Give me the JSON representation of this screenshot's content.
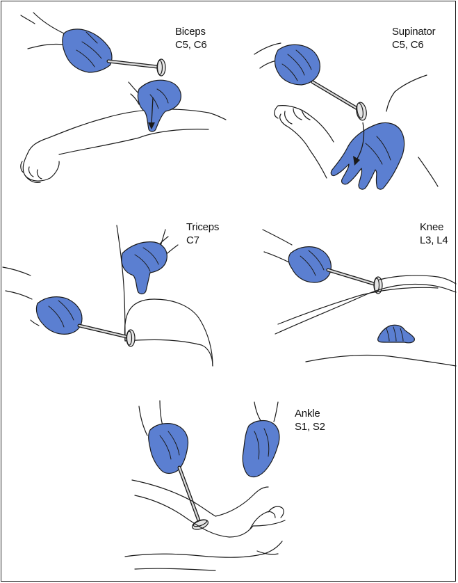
{
  "figure": {
    "panels": [
      {
        "reflex": "Biceps",
        "roots": "C5, C6"
      },
      {
        "reflex": "Supinator",
        "roots": "C5, C6"
      },
      {
        "reflex": "Triceps",
        "roots": "C7"
      },
      {
        "reflex": "Knee",
        "roots": "L3, L4"
      },
      {
        "reflex": "Ankle",
        "roots": "S1, S2"
      }
    ]
  },
  "colors": {
    "glove": "#5b7fd1",
    "outline": "#1a1a1a",
    "background": "#ffffff"
  }
}
